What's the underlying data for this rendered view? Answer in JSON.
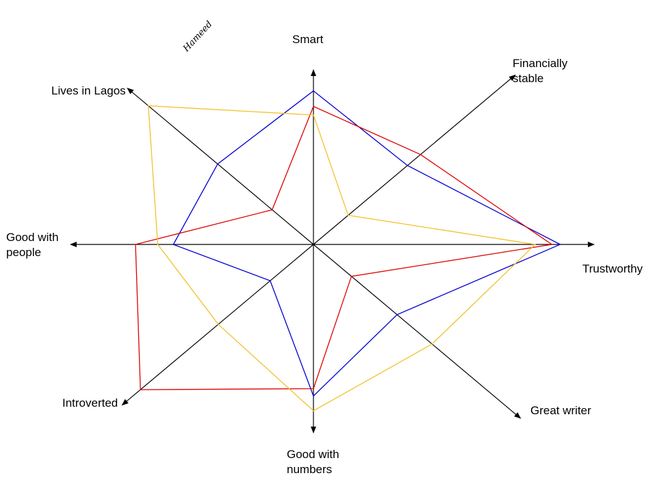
{
  "signature": "Hameed",
  "chart_data": {
    "type": "radar",
    "title": "",
    "max": 1,
    "grid": false,
    "axes": [
      {
        "key": "smart",
        "label": [
          "Smart"
        ]
      },
      {
        "key": "financially_stable",
        "label": [
          "Financially",
          "stable"
        ]
      },
      {
        "key": "trustworthy",
        "label": [
          "Trustworthy"
        ]
      },
      {
        "key": "great_writer",
        "label": [
          "Great writer"
        ]
      },
      {
        "key": "good_with_numbers",
        "label": [
          "Good with",
          "numbers"
        ]
      },
      {
        "key": "introverted",
        "label": [
          "Introverted"
        ]
      },
      {
        "key": "good_with_people",
        "label": [
          "Good with",
          "people"
        ]
      },
      {
        "key": "lives_in_lagos",
        "label": [
          "Lives in Lagos"
        ]
      }
    ],
    "series": [
      {
        "color": "#0000cc",
        "values": [
          0.89,
          0.65,
          0.89,
          0.55,
          0.82,
          0.25,
          0.63,
          0.58
        ]
      },
      {
        "color": "#dd0000",
        "values": [
          0.8,
          0.74,
          0.86,
          0.25,
          0.78,
          1.0,
          0.8,
          0.25
        ]
      },
      {
        "color": "#f2c12e",
        "values": [
          0.75,
          0.24,
          0.8,
          0.78,
          0.9,
          0.55,
          0.7,
          1.0
        ]
      }
    ]
  }
}
